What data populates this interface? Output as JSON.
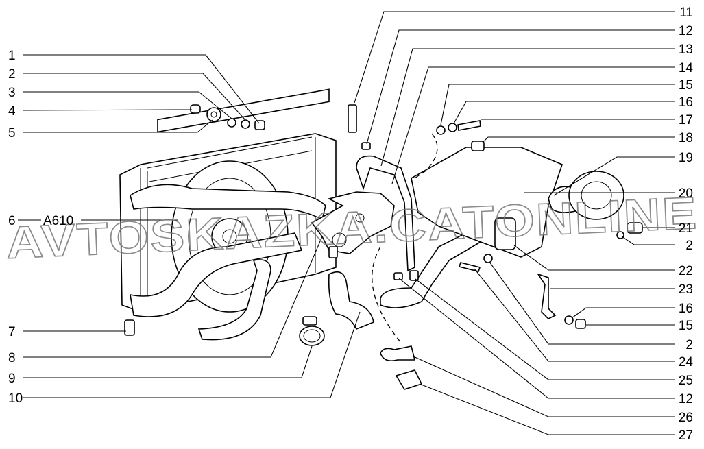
{
  "diagram": {
    "watermark": "AVTOSKAZKA.CATONLINE",
    "reference_code": "A610",
    "left_callouts": [
      "1",
      "2",
      "3",
      "4",
      "5",
      "6",
      "7",
      "8",
      "9",
      "10"
    ],
    "right_callouts": [
      "11",
      "12",
      "13",
      "14",
      "15",
      "16",
      "17",
      "18",
      "19",
      "20",
      "21",
      "2",
      "22",
      "23",
      "16",
      "15",
      "2",
      "24",
      "25",
      "12",
      "26",
      "27"
    ]
  }
}
